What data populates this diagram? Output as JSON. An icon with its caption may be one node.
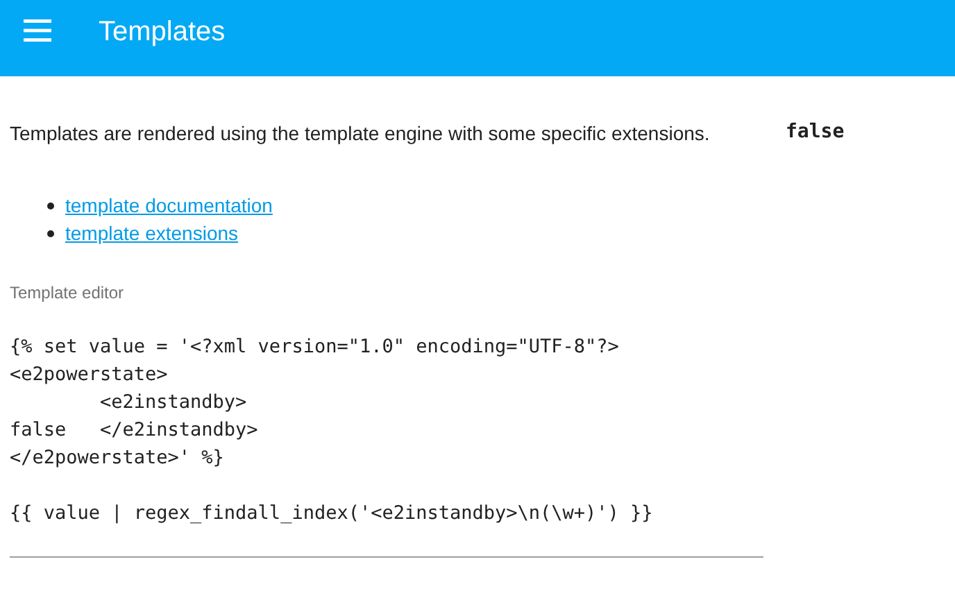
{
  "diagram": {
    "title": "Templates",
    "labels": [
      "Templates are rendered using the template engine with some specific extensions.",
      "false",
      "template documentation",
      "template extensions",
      "Template editor",
      "{% set value = '<?xml version=\"1.0\" encoding=\"UTF-8\"?>",
      "<e2powerstate>",
      "        <e2instandby>",
      "false   </e2instandby>",
      "</e2powerstate>' %}",
      "{{ value | regex_findall_index('<e2instandby>\\n(\\w+)') }}"
    ]
  }
}
